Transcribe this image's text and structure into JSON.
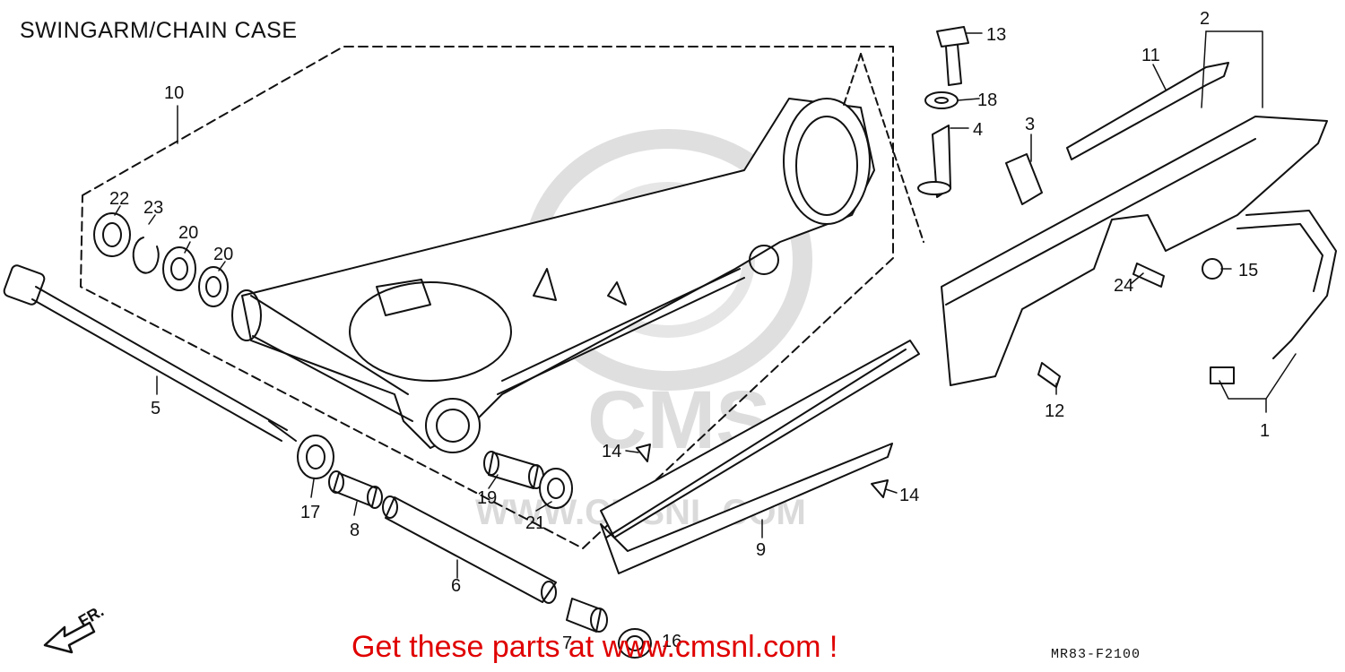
{
  "diagram": {
    "title": "SWINGARM/CHAIN CASE",
    "ref_code": "MR83-F2100",
    "promo": "Get these parts at www.cmsnl.com !",
    "direction_label": "FR.",
    "watermark": {
      "brand": "CMS",
      "url": "WWW.CMSNL.COM"
    },
    "colors": {
      "line": "#111111",
      "promo": "#e00000",
      "watermark": "#d8d8d8"
    }
  },
  "callouts": [
    {
      "id": "c1",
      "label": "1"
    },
    {
      "id": "c2",
      "label": "2"
    },
    {
      "id": "c3",
      "label": "3"
    },
    {
      "id": "c4",
      "label": "4"
    },
    {
      "id": "c5",
      "label": "5"
    },
    {
      "id": "c6",
      "label": "6"
    },
    {
      "id": "c7",
      "label": "7"
    },
    {
      "id": "c8",
      "label": "8"
    },
    {
      "id": "c9",
      "label": "9"
    },
    {
      "id": "c10",
      "label": "10"
    },
    {
      "id": "c11",
      "label": "11"
    },
    {
      "id": "c12",
      "label": "12"
    },
    {
      "id": "c13",
      "label": "13"
    },
    {
      "id": "c14a",
      "label": "14"
    },
    {
      "id": "c14b",
      "label": "14"
    },
    {
      "id": "c15",
      "label": "15"
    },
    {
      "id": "c16",
      "label": "16"
    },
    {
      "id": "c17",
      "label": "17"
    },
    {
      "id": "c18",
      "label": "18"
    },
    {
      "id": "c19",
      "label": "19"
    },
    {
      "id": "c20a",
      "label": "20"
    },
    {
      "id": "c20b",
      "label": "20"
    },
    {
      "id": "c21",
      "label": "21"
    },
    {
      "id": "c22",
      "label": "22"
    },
    {
      "id": "c23",
      "label": "23"
    },
    {
      "id": "c24",
      "label": "24"
    }
  ]
}
